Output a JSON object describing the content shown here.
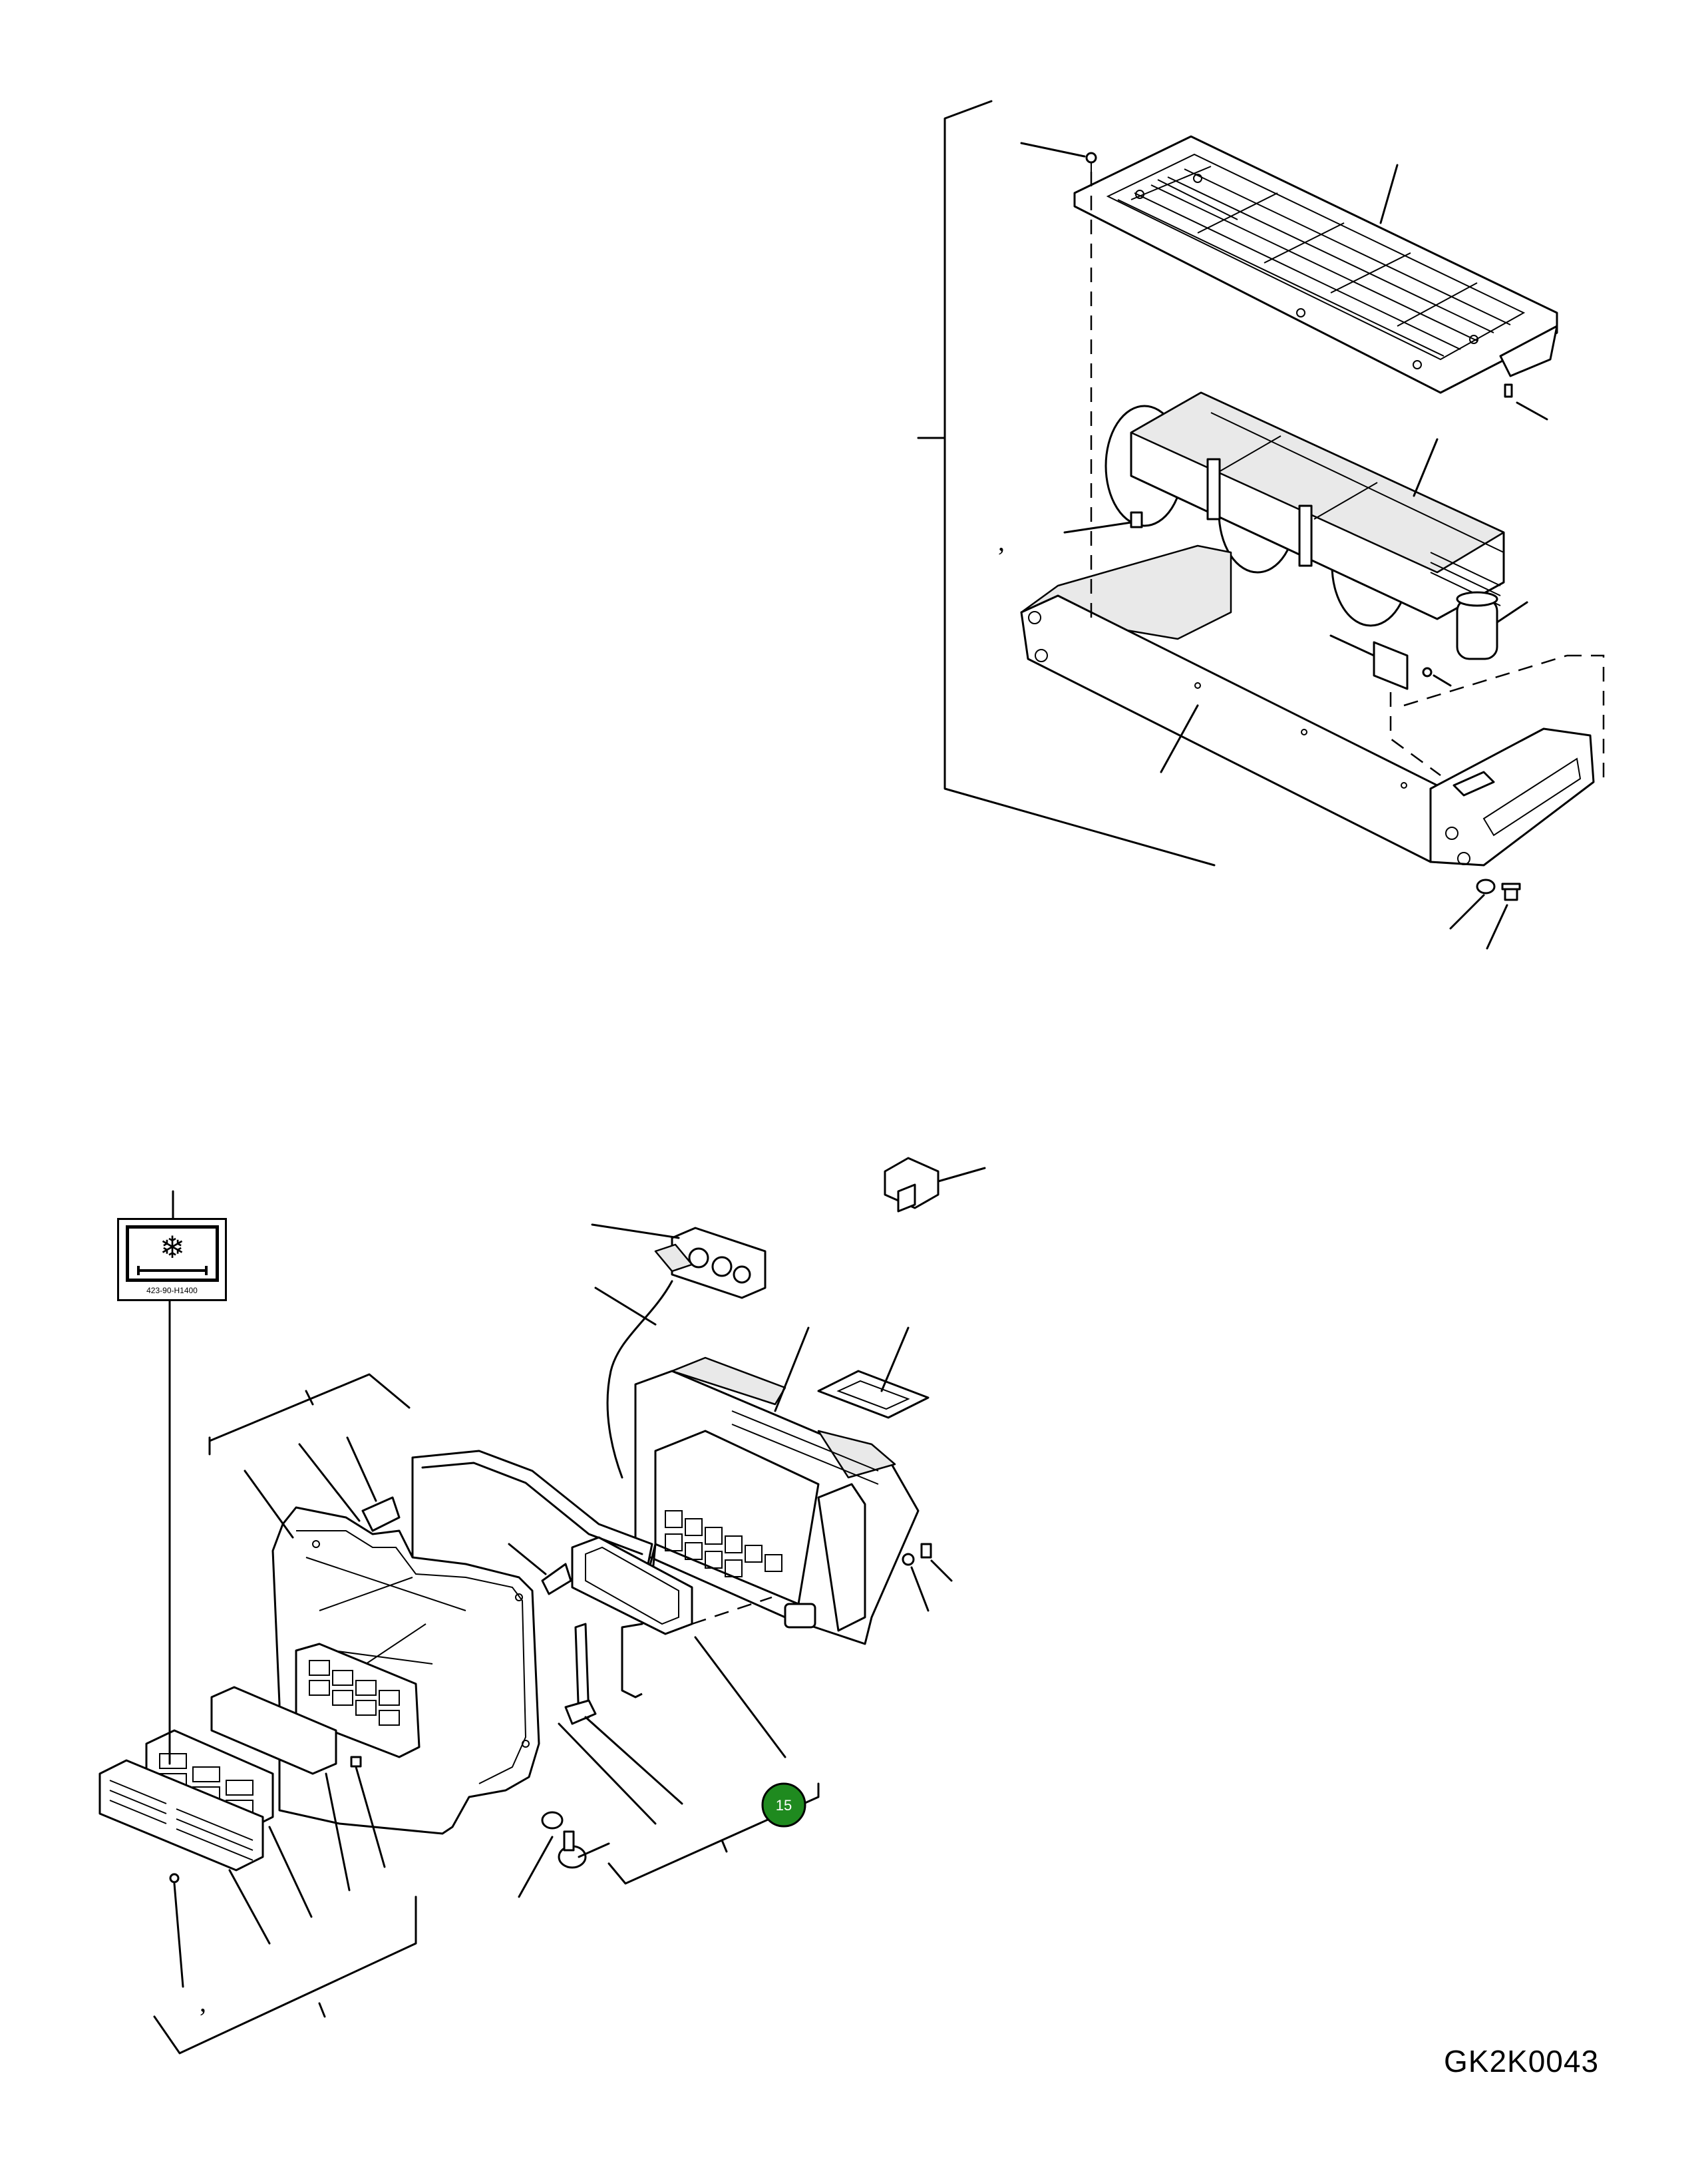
{
  "drawing_code": "GK2K0043",
  "decal": {
    "code": "423-90-H1400",
    "icon": "snowflake-icon"
  },
  "callout": {
    "number": "15",
    "color": "#1f8a1f"
  },
  "separators": [
    ",",
    ","
  ]
}
